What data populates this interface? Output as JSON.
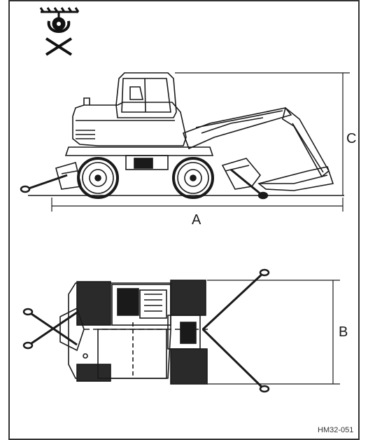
{
  "figure": {
    "dimension_labels": {
      "length": "A",
      "width": "B",
      "height": "C"
    },
    "figure_code": "HM32-051",
    "icons": [
      "lifting-hook-icon"
    ],
    "subject": "wheeled-excavator-tie-down",
    "colors": {
      "ink": "#1a1a1a",
      "frame": "#333333",
      "background": "#ffffff"
    }
  }
}
